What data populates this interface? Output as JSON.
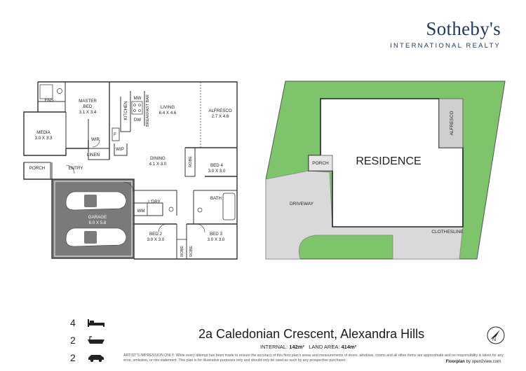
{
  "brand": {
    "name": "Sotheby's",
    "subtitle": "INTERNATIONAL REALTY"
  },
  "floorplan": {
    "rooms": {
      "ens": "ENS",
      "master_bed": {
        "name": "MASTER",
        "name2": "BED",
        "size": "3.1 X 3.4"
      },
      "media": {
        "name": "MEDIA",
        "size": "3.0 X 3.3"
      },
      "wir": "WIR",
      "linen": "LINEN",
      "wip": "WIP",
      "f": "F",
      "kitchen": "KITCHEN",
      "mw": "MW",
      "dw": "DW",
      "breakfast_bar": "BREAKFAST BAR",
      "living": {
        "name": "LIVING",
        "size": "6.4 X 4.6"
      },
      "alfresco": {
        "name": "ALFRESCO",
        "size": "2.7 X 4.6"
      },
      "dining": {
        "name": "DINING",
        "size": "4.1 X 3.0"
      },
      "robe_bed4": "ROBE",
      "bed4": {
        "name": "BED 4",
        "size": "3.0 X 3.0"
      },
      "porch": "PORCH",
      "entry": "ENTRY",
      "ldry": "L'DRY",
      "wm": "WM",
      "bath": "BATH",
      "garage": {
        "name": "GARAGE",
        "size": "6.0 X 5.8"
      },
      "bed2": {
        "name": "BED 2",
        "size": "3.0 X 3.0"
      },
      "robe_bed2": "ROBE",
      "robe_bed3": "ROBE",
      "bed3": {
        "name": "BED 3",
        "size": "3.0 X 3.0"
      }
    }
  },
  "siteplan": {
    "residence": "RESIDENCE",
    "alfresco": "ALFRESCO",
    "porch": "PORCH",
    "driveway": "DRIVEWAY",
    "clothesline": "CLOTHESLINE",
    "colors": {
      "lawn": "#7dc46a",
      "driveway": "#d9d9d9",
      "house": "#ffffff"
    }
  },
  "stats": {
    "bedrooms": "4",
    "bathrooms": "2",
    "car_spaces": "2"
  },
  "address": "2a Caledonian Crescent, Alexandra Hills",
  "areas": {
    "internal_label": "INTERNAL:",
    "internal_value": "142m²",
    "land_label": "LAND AREA:",
    "land_value": "414m²"
  },
  "disclaimer": "ARTIST'S IMPRESSION ONLY: While every attempt has been made to ensure the accuracy of this floor plan's areas and measurements of doors, windows, rooms and all other items are approximate and no responsibility is taken for any error, omission, or mis-statement. This plan is for illustrative purposes only and should only be used as such by any prospective purchaser.",
  "credit": {
    "prefix": "Floorplan",
    "rest": "by open2view.com"
  },
  "compass": {
    "label": "N"
  }
}
